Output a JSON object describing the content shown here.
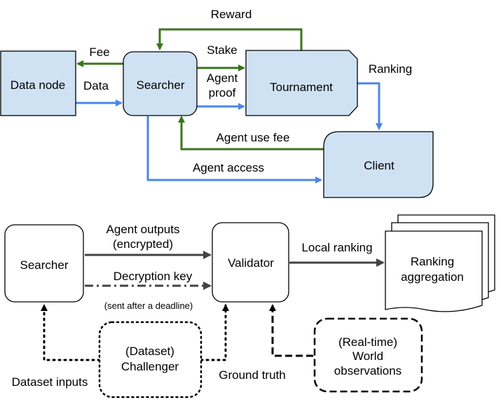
{
  "top": {
    "nodes": {
      "data_node": "Data node",
      "searcher": "Searcher",
      "tournament": "Tournament",
      "client": "Client"
    },
    "edges": {
      "reward": "Reward",
      "fee": "Fee",
      "data": "Data",
      "stake": "Stake",
      "agent_proof_line1": "Agent",
      "agent_proof_line2": "proof",
      "ranking": "Ranking",
      "agent_use_fee": "Agent use fee",
      "agent_access": "Agent access"
    }
  },
  "bottom": {
    "nodes": {
      "searcher": "Searcher",
      "validator": "Validator",
      "ranking_aggregation_line1": "Ranking",
      "ranking_aggregation_line2": "aggregation",
      "challenger_line1": "(Dataset)",
      "challenger_line2": "Challenger",
      "world_line1": "(Real-time)",
      "world_line2": "World",
      "world_line3": "observations"
    },
    "edges": {
      "agent_outputs_line1": "Agent outputs",
      "agent_outputs_line2": "(encrypted)",
      "decryption_key": "Decryption key",
      "sent_after_deadline": "(sent after a deadline)",
      "local_ranking": "Local ranking",
      "dataset_inputs": "Dataset inputs",
      "ground_truth": "Ground truth"
    }
  },
  "colors": {
    "box_fill": "#cfe2f3",
    "green_arrow": "#38761d",
    "blue_arrow": "#4a86e8",
    "dark_arrow": "#434343"
  }
}
